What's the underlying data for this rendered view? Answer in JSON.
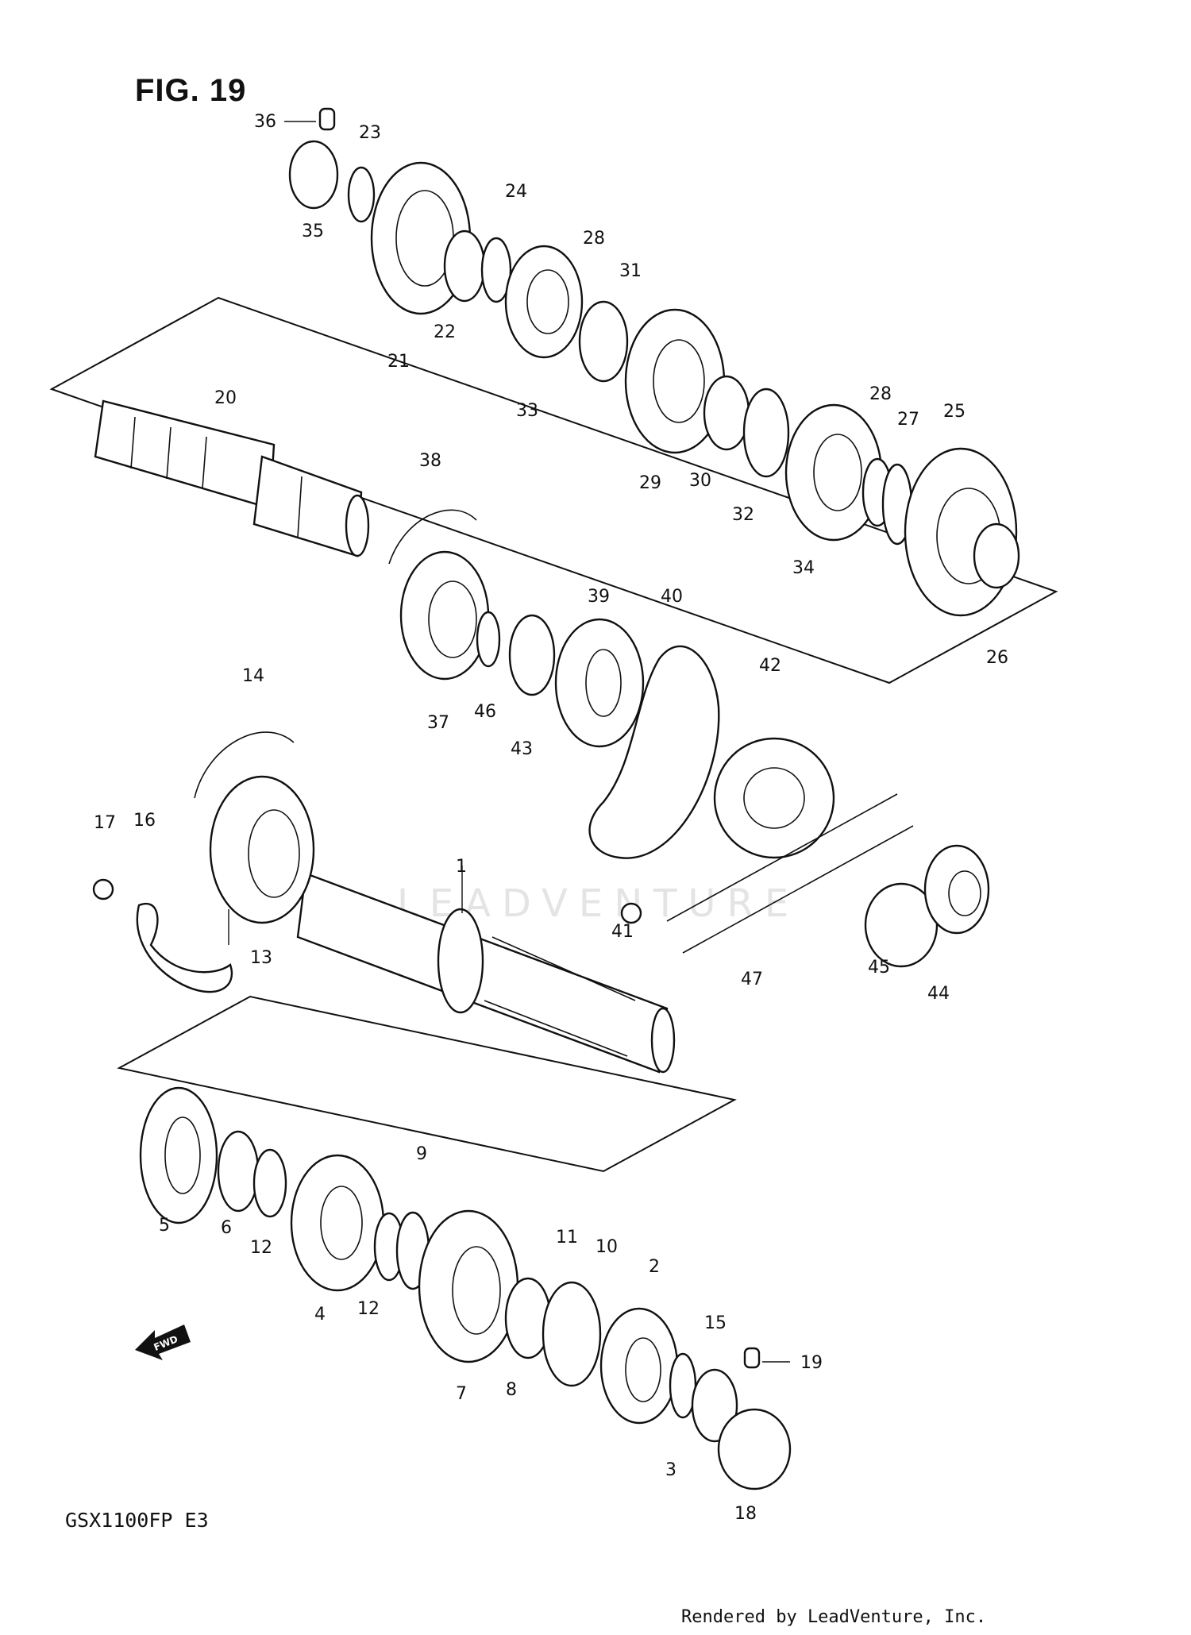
{
  "figure": {
    "title": "FIG. 19",
    "model_code": "GSX1100FP  E3",
    "watermark": "LEADVENTURE"
  },
  "footer": {
    "credit": "Rendered by LeadVenture, Inc."
  },
  "fwd_arrow": {
    "label": "FWD",
    "icon": "fwd-arrow-icon"
  },
  "callouts": [
    "1",
    "2",
    "3",
    "4",
    "5",
    "6",
    "7",
    "8",
    "9",
    "10",
    "11",
    "12",
    "12",
    "13",
    "14",
    "15",
    "16",
    "17",
    "18",
    "19",
    "20",
    "21",
    "22",
    "23",
    "24",
    "25",
    "26",
    "27",
    "28",
    "28",
    "29",
    "30",
    "31",
    "32",
    "33",
    "34",
    "35",
    "36",
    "37",
    "38",
    "39",
    "40",
    "41",
    "42",
    "43",
    "44",
    "45",
    "46",
    "47"
  ]
}
